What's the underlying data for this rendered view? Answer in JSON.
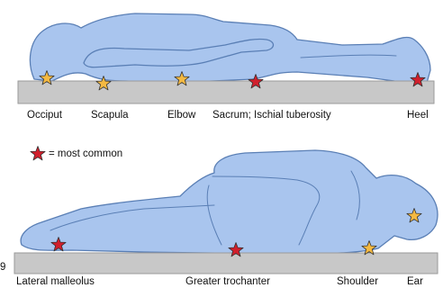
{
  "colors": {
    "common": "#d11f2c",
    "other": "#f4b942",
    "body": "#a9c5ee",
    "outline": "#5a7fb5",
    "surface": "#c8c8c8"
  },
  "legend": {
    "text": "= most common"
  },
  "supine": {
    "labels": [
      "Occiput",
      "Scapula",
      "Elbow",
      "Sacrum; Ischial tuberosity",
      "Heel"
    ],
    "points": [
      {
        "name": "occiput",
        "common": false
      },
      {
        "name": "scapula",
        "common": false
      },
      {
        "name": "elbow",
        "common": false
      },
      {
        "name": "sacrum",
        "common": true
      },
      {
        "name": "heel",
        "common": true
      }
    ]
  },
  "lateral": {
    "labels": [
      "Lateral malleolus",
      "Greater trochanter",
      "Shoulder",
      "Ear"
    ],
    "points": [
      {
        "name": "ear",
        "common": false
      },
      {
        "name": "lateral-malleolus",
        "common": true
      },
      {
        "name": "greater-trochanter",
        "common": true
      },
      {
        "name": "shoulder",
        "common": false
      }
    ]
  },
  "fragment_text": "9"
}
